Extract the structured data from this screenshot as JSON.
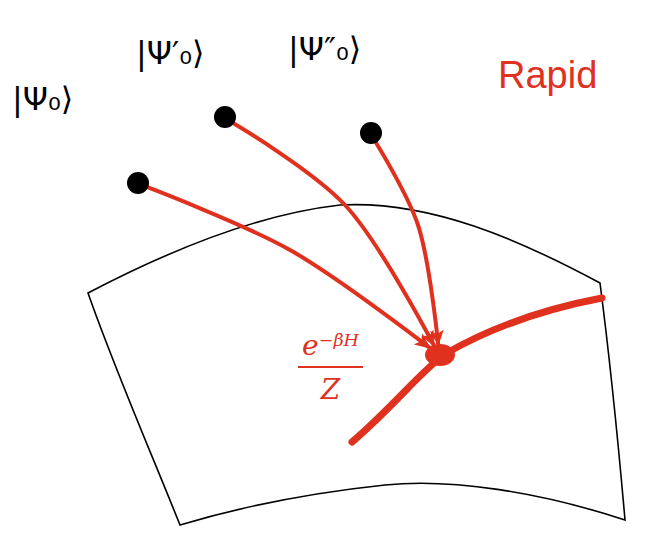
{
  "diagram": {
    "nodes": [
      {
        "text": [
          "|Ψ₀⟩"
        ]
      },
      {
        "text": [
          "|Ψ′₀⟩"
        ]
      },
      {
        "text": [
          "|Ψ″₀⟩"
        ]
      },
      {
        "text": [
          "e⁻ᵝᴴ",
          "Z"
        ]
      }
    ],
    "edges": [
      {
        "from": 0,
        "to": 3,
        "arrow": "to"
      },
      {
        "from": 1,
        "to": 3,
        "arrow": "to"
      },
      {
        "from": 2,
        "to": 3,
        "arrow": "to"
      }
    ],
    "labels": [
      "Rapid"
    ]
  }
}
